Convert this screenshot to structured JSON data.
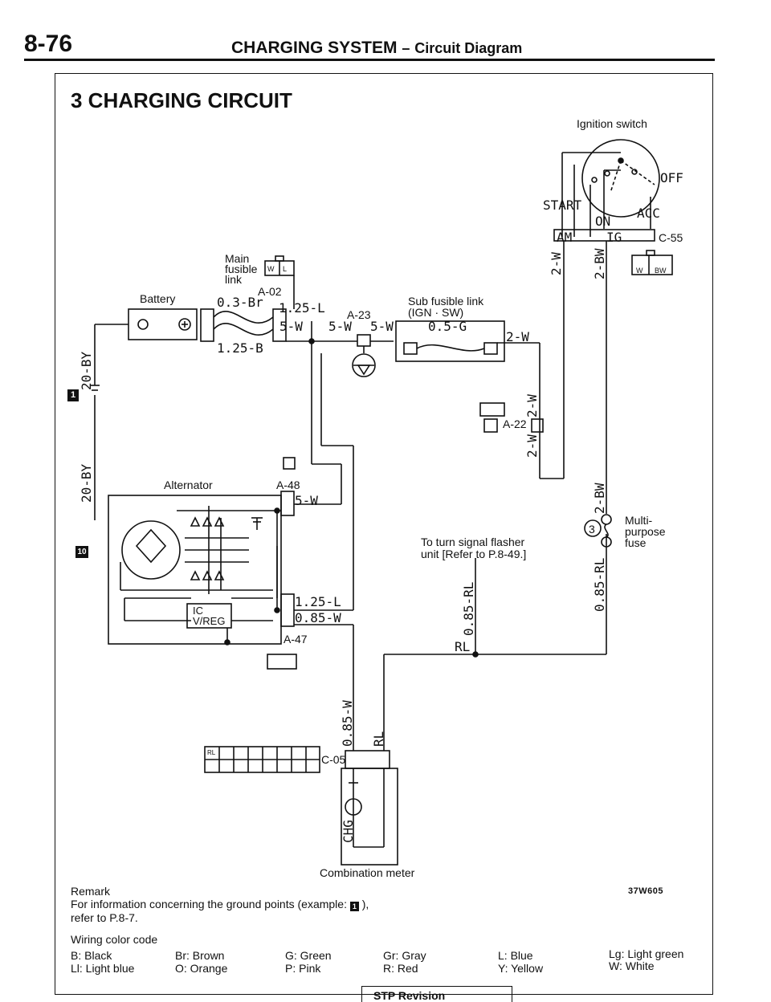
{
  "header": {
    "page_number": "8-76",
    "title": "CHARGING SYSTEM",
    "separator": "–",
    "subtitle": "Circuit Diagram"
  },
  "section_title": "3 CHARGING CIRCUIT",
  "components": {
    "ignition_switch": "Ignition switch",
    "switch_positions": {
      "off": "OFF",
      "start": "START",
      "acc": "ACC",
      "on": "ON",
      "am": "AM",
      "ig": "IG"
    },
    "main_fusible_link": "Main\nfusible\nlink",
    "battery": "Battery",
    "sub_fusible_link": "Sub fusible link\n(IGN · SW)",
    "alternator": "Alternator",
    "ic_vreg": "IC\nV/REG",
    "multi_purpose_fuse": "Multi-\npurpose\nfuse",
    "turn_signal_note": "To turn signal flasher\nunit [Refer to P.8-49.]",
    "combination_meter": "Combination meter",
    "fuse_number": "3",
    "lamp_label": "CHG"
  },
  "connectors": {
    "a02": "A-02",
    "a23": "A-23",
    "a22": "A-22",
    "a48": "A-48",
    "a47": "A-47",
    "c55": "C-55",
    "c05": "C-05",
    "pins": {
      "w": "W",
      "l": "L",
      "bw": "BW",
      "rl": "RL"
    }
  },
  "wires": {
    "w_03br": "0.3-Br",
    "w_125l_a": "1.25-L",
    "w_5w_a": "5-W",
    "w_125b": "1.25-B",
    "w_5w_b": "5-W",
    "w_5w_c": "5-W",
    "w_05g": "0.5-G",
    "w_2w_a": "2-W",
    "w_2w_b": "2-W",
    "w_2w_c": "2-W",
    "w_2w_d": "2-W",
    "w_2bw_a": "2-BW",
    "w_2bw_b": "2-BW",
    "w_085rl_a": "0.85-RL",
    "w_085rl_b": "0.85-RL",
    "w_rl_a": "RL",
    "w_rl_b": "RL",
    "w_125l_b": "1.25-L",
    "w_085w_a": "0.85-W",
    "w_085w_b": "0.85-W",
    "w_5w_d": "5-W",
    "w_20by_a": "20-BY",
    "w_20by_b": "20-BY"
  },
  "ground_points": {
    "g1": "1",
    "g10": "10"
  },
  "remark": {
    "title": "Remark",
    "line1": "For information concerning the ground points (example:",
    "ground_example": "1",
    "line1_end": "),",
    "line2": "refer to P.8-7."
  },
  "figure_code": "37W605",
  "wiring_color_code": {
    "title": "Wiring color code",
    "entries": [
      [
        "B: Black",
        "Br: Brown",
        "G: Green",
        "Gr: Gray",
        "L: Blue",
        "Lg: Light green"
      ],
      [
        "Ll: Light blue",
        "O: Orange",
        "P: Pink",
        "R: Red",
        "Y: Yellow",
        "W: White"
      ]
    ]
  },
  "footer_box": "STP Revision"
}
